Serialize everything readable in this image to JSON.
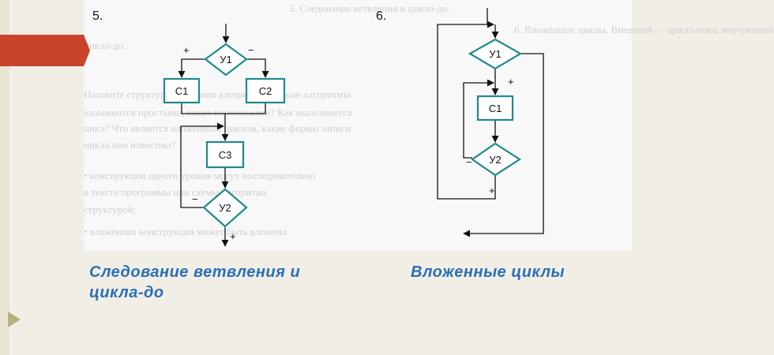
{
  "figure5": {
    "number": "5.",
    "nodes": {
      "y1": "У1",
      "c1": "С1",
      "c2": "С2",
      "c3": "С3",
      "y2": "У2"
    },
    "signs": {
      "y1_left": "+",
      "y1_right": "−",
      "y2_left": "−",
      "y2_bottom": "+"
    }
  },
  "figure6": {
    "number": "6.",
    "nodes": {
      "y1": "У1",
      "c1": "С1",
      "y2": "У2"
    },
    "signs": {
      "y1_bottom": "+",
      "y2_left": "−",
      "y2_bottom": "+"
    }
  },
  "background_text": [
    "5. Следование ветвления и цикла-до.",
    "6. Вложенные циклы. Внешний — цикла-пока, внутренний",
    "   цикла-до.",
    "Назовите структуры описания алгоритмов. Какие  алгоритмы",
    "называются простыми, какие вложенными? Как выполняется",
    "цикл? Что является вложенным циклом, какие формы записи",
    "цикла вам известны?",
    "• конструкции одного уровня могут последовательно",
    "  в тексте программы или схемы алгоритма",
    "  структурой;",
    "• вложенная конструкция может быть вложена"
  ],
  "captions": {
    "left": [
      "Следование ветвления и",
      "цикла-до"
    ],
    "right": "Вложенные  циклы"
  },
  "colors": {
    "diagram_stroke": "#1f8a8a",
    "caption": "#2a6fb8",
    "accent_red": "#c8452c"
  }
}
